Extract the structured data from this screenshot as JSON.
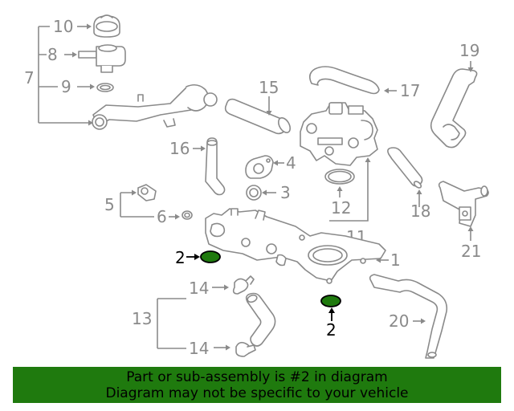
{
  "diagram": {
    "labels": {
      "l1": "1",
      "l2a": "2",
      "l2b": "2",
      "l3": "3",
      "l4": "4",
      "l5": "5",
      "l6": "6",
      "l7": "7",
      "l8": "8",
      "l9": "9",
      "l10": "10",
      "l11": "11",
      "l12": "12",
      "l13": "13",
      "l14a": "14",
      "l14b": "14",
      "l15": "15",
      "l16": "16",
      "l17": "17",
      "l18": "18",
      "l19": "19",
      "l20": "20",
      "l21": "21"
    },
    "highlight_color": "#1f7a0e",
    "line_color": "#8a8a8a"
  },
  "banner": {
    "line1": "Part or sub-assembly is #2 in diagram",
    "line2": "Diagram may not be specific to your vehicle",
    "background": "#1f7a0e"
  }
}
